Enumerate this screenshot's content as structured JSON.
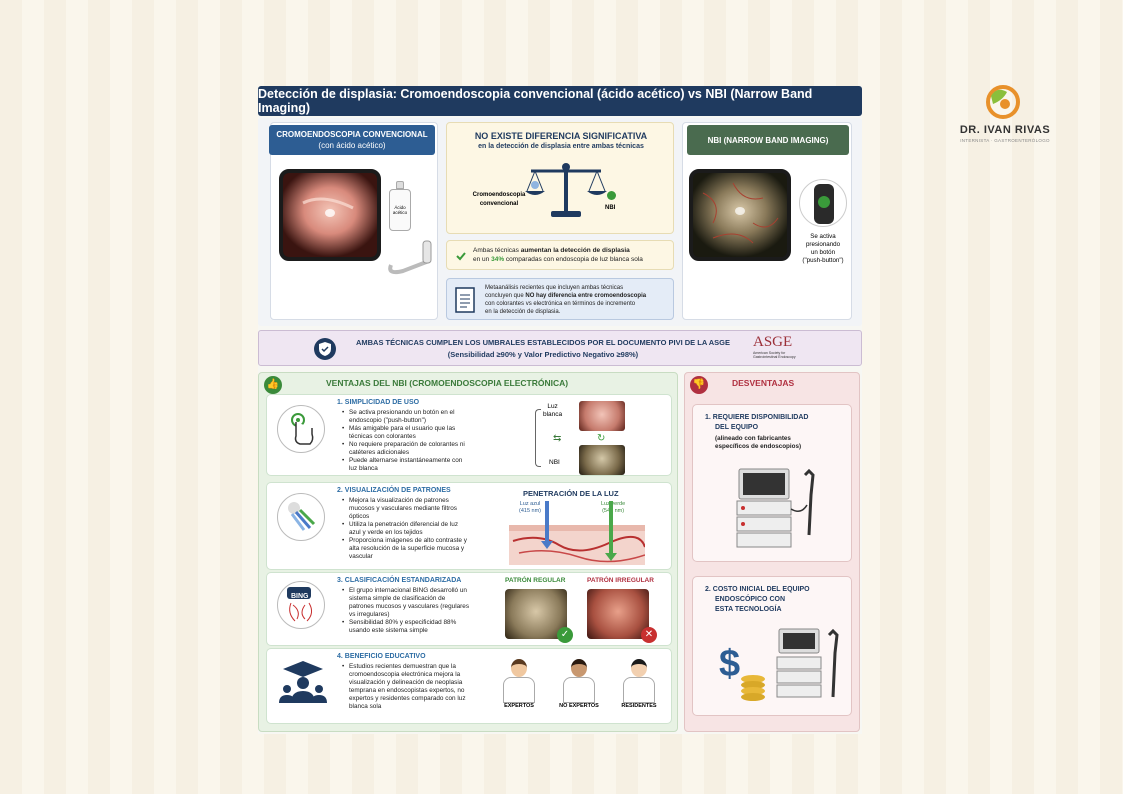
{
  "logo": {
    "name": "DR. IVAN RIVAS",
    "subtitle": "INTERNISTA · GASTROENTERÓLOGO"
  },
  "title": "Detección de displasia: Cromoendoscopia convencional (ácido acético) vs NBI (Narrow Band Imaging)",
  "left_panel": {
    "header_line1": "CROMOENDOSCOPIA CONVENCIONAL",
    "header_line2": "(con ácido acético)",
    "bottle_label_line1": "Ácido",
    "bottle_label_line2": "acético"
  },
  "center_panel": {
    "headline": "NO EXISTE DIFERENCIA SIGNIFICATIVA",
    "subline": "en la detección de displasia entre ambas técnicas",
    "scale_left_line1": "Cromoendoscopia",
    "scale_left_line2": "convencional",
    "scale_right": "NBI",
    "increase_pre": "Ambas técnicas",
    "increase_bold": "aumentan la detección de displasia",
    "increase_mid": "en un",
    "increase_pct": "34%",
    "increase_post": "comparadas con endoscopia de luz blanca sola",
    "meta_line1": "Metaanálisis recientes que incluyen ambas técnicas",
    "meta_line2_pre": "concluyen que",
    "meta_line2_bold": "NO hay diferencia entre cromoendoscopia",
    "meta_line3": "con colorantes vs electrónica en términos de incremento",
    "meta_line4": "en la detección de displasia."
  },
  "right_panel": {
    "header": "NBI (NARROW BAND IMAGING)",
    "caption_line1": "Se activa",
    "caption_line2": "presionando",
    "caption_line3": "un botón",
    "caption_line4": "(\"push-button\")"
  },
  "asge_banner": {
    "line1": "AMBAS TÉCNICAS CUMPLEN LOS UMBRALES ESTABLECIDOS POR EL DOCUMENTO PIVI DE LA ASGE",
    "line2": "(Sensibilidad ≥90% y Valor Predictivo Negativo ≥98%)",
    "logo": "ASGE",
    "logo_sub1": "American Society for",
    "logo_sub2": "Gastrointestinal Endoscopy"
  },
  "advantages": {
    "header": "VENTAJAS DEL NBI (CROMOENDOSCOPIA ELECTRÓNICA)",
    "items": [
      {
        "title": "1. SIMPLICIDAD DE USO",
        "bullets": [
          "Se activa presionando un botón en el endoscopio (\"push-button\")",
          "Más amigable para el usuario que las técnicas con colorantes",
          "No requiere preparación de colorantes ni catéteres adicionales",
          "Puede alternarse instantáneamente con luz blanca"
        ],
        "label_a_line1": "Luz",
        "label_a_line2": "blanca",
        "label_b": "NBI"
      },
      {
        "title": "2. VISUALIZACIÓN DE PATRONES",
        "bullets": [
          "Mejora la visualización de patrones mucosos y vasculares mediante filtros ópticos",
          "Utiliza la penetración diferencial de luz azul y verde en los tejidos",
          "Proporciona imágenes de alto contraste y alta resolución de la superficie mucosa y vascular"
        ],
        "diagram_title": "PENETRACIÓN DE LA LUZ",
        "blue_label_line1": "Luz azul",
        "blue_label_line2": "(415 nm)",
        "green_label_line1": "Luz verde",
        "green_label_line2": "(540 nm)"
      },
      {
        "title": "3. CLASIFICACIÓN ESTANDARIZADA",
        "icon_text": "BING",
        "bullets_html_plain": [
          "El grupo internacional BING desarrolló un sistema simple de clasificación de patrones mucosos y vasculares (regulares vs irregulares)",
          "Sensibilidad 80% y especificidad 88% usando este sistema simple"
        ],
        "regular": "PATRÓN REGULAR",
        "irregular": "PATRÓN IRREGULAR"
      },
      {
        "title": "4. BENEFICIO EDUCATIVO",
        "bullets": [
          "Estudios recientes demuestran que la cromoendoscopia electrónica mejora la visualización y delineación de neoplasia temprana en endoscopistas expertos, no expertos y residentes comparado con luz blanca sola"
        ],
        "doctors": [
          "EXPERTOS",
          "NO EXPERTOS",
          "RESIDENTES"
        ]
      }
    ]
  },
  "disadvantages": {
    "header": "DESVENTAJAS",
    "items": [
      {
        "title_line1": "1. REQUIERE DISPONIBILIDAD",
        "title_line2": "DEL EQUIPO",
        "sub_line1": "(alineado con fabricantes",
        "sub_line2": "específicos de endoscopios)"
      },
      {
        "title_line1": "2. COSTO INICIAL DEL EQUIPO",
        "title_line2": "ENDOSCÓPICO CON",
        "title_line3": "ESTA TECNOLOGÍA"
      }
    ]
  },
  "colors": {
    "navy": "#1f3a5f",
    "blue_header": "#2d5d93",
    "green_header": "#4a6b4f",
    "accent_green": "#3a9a3a",
    "red": "#b03040",
    "asge_bg": "#efe6f2"
  }
}
